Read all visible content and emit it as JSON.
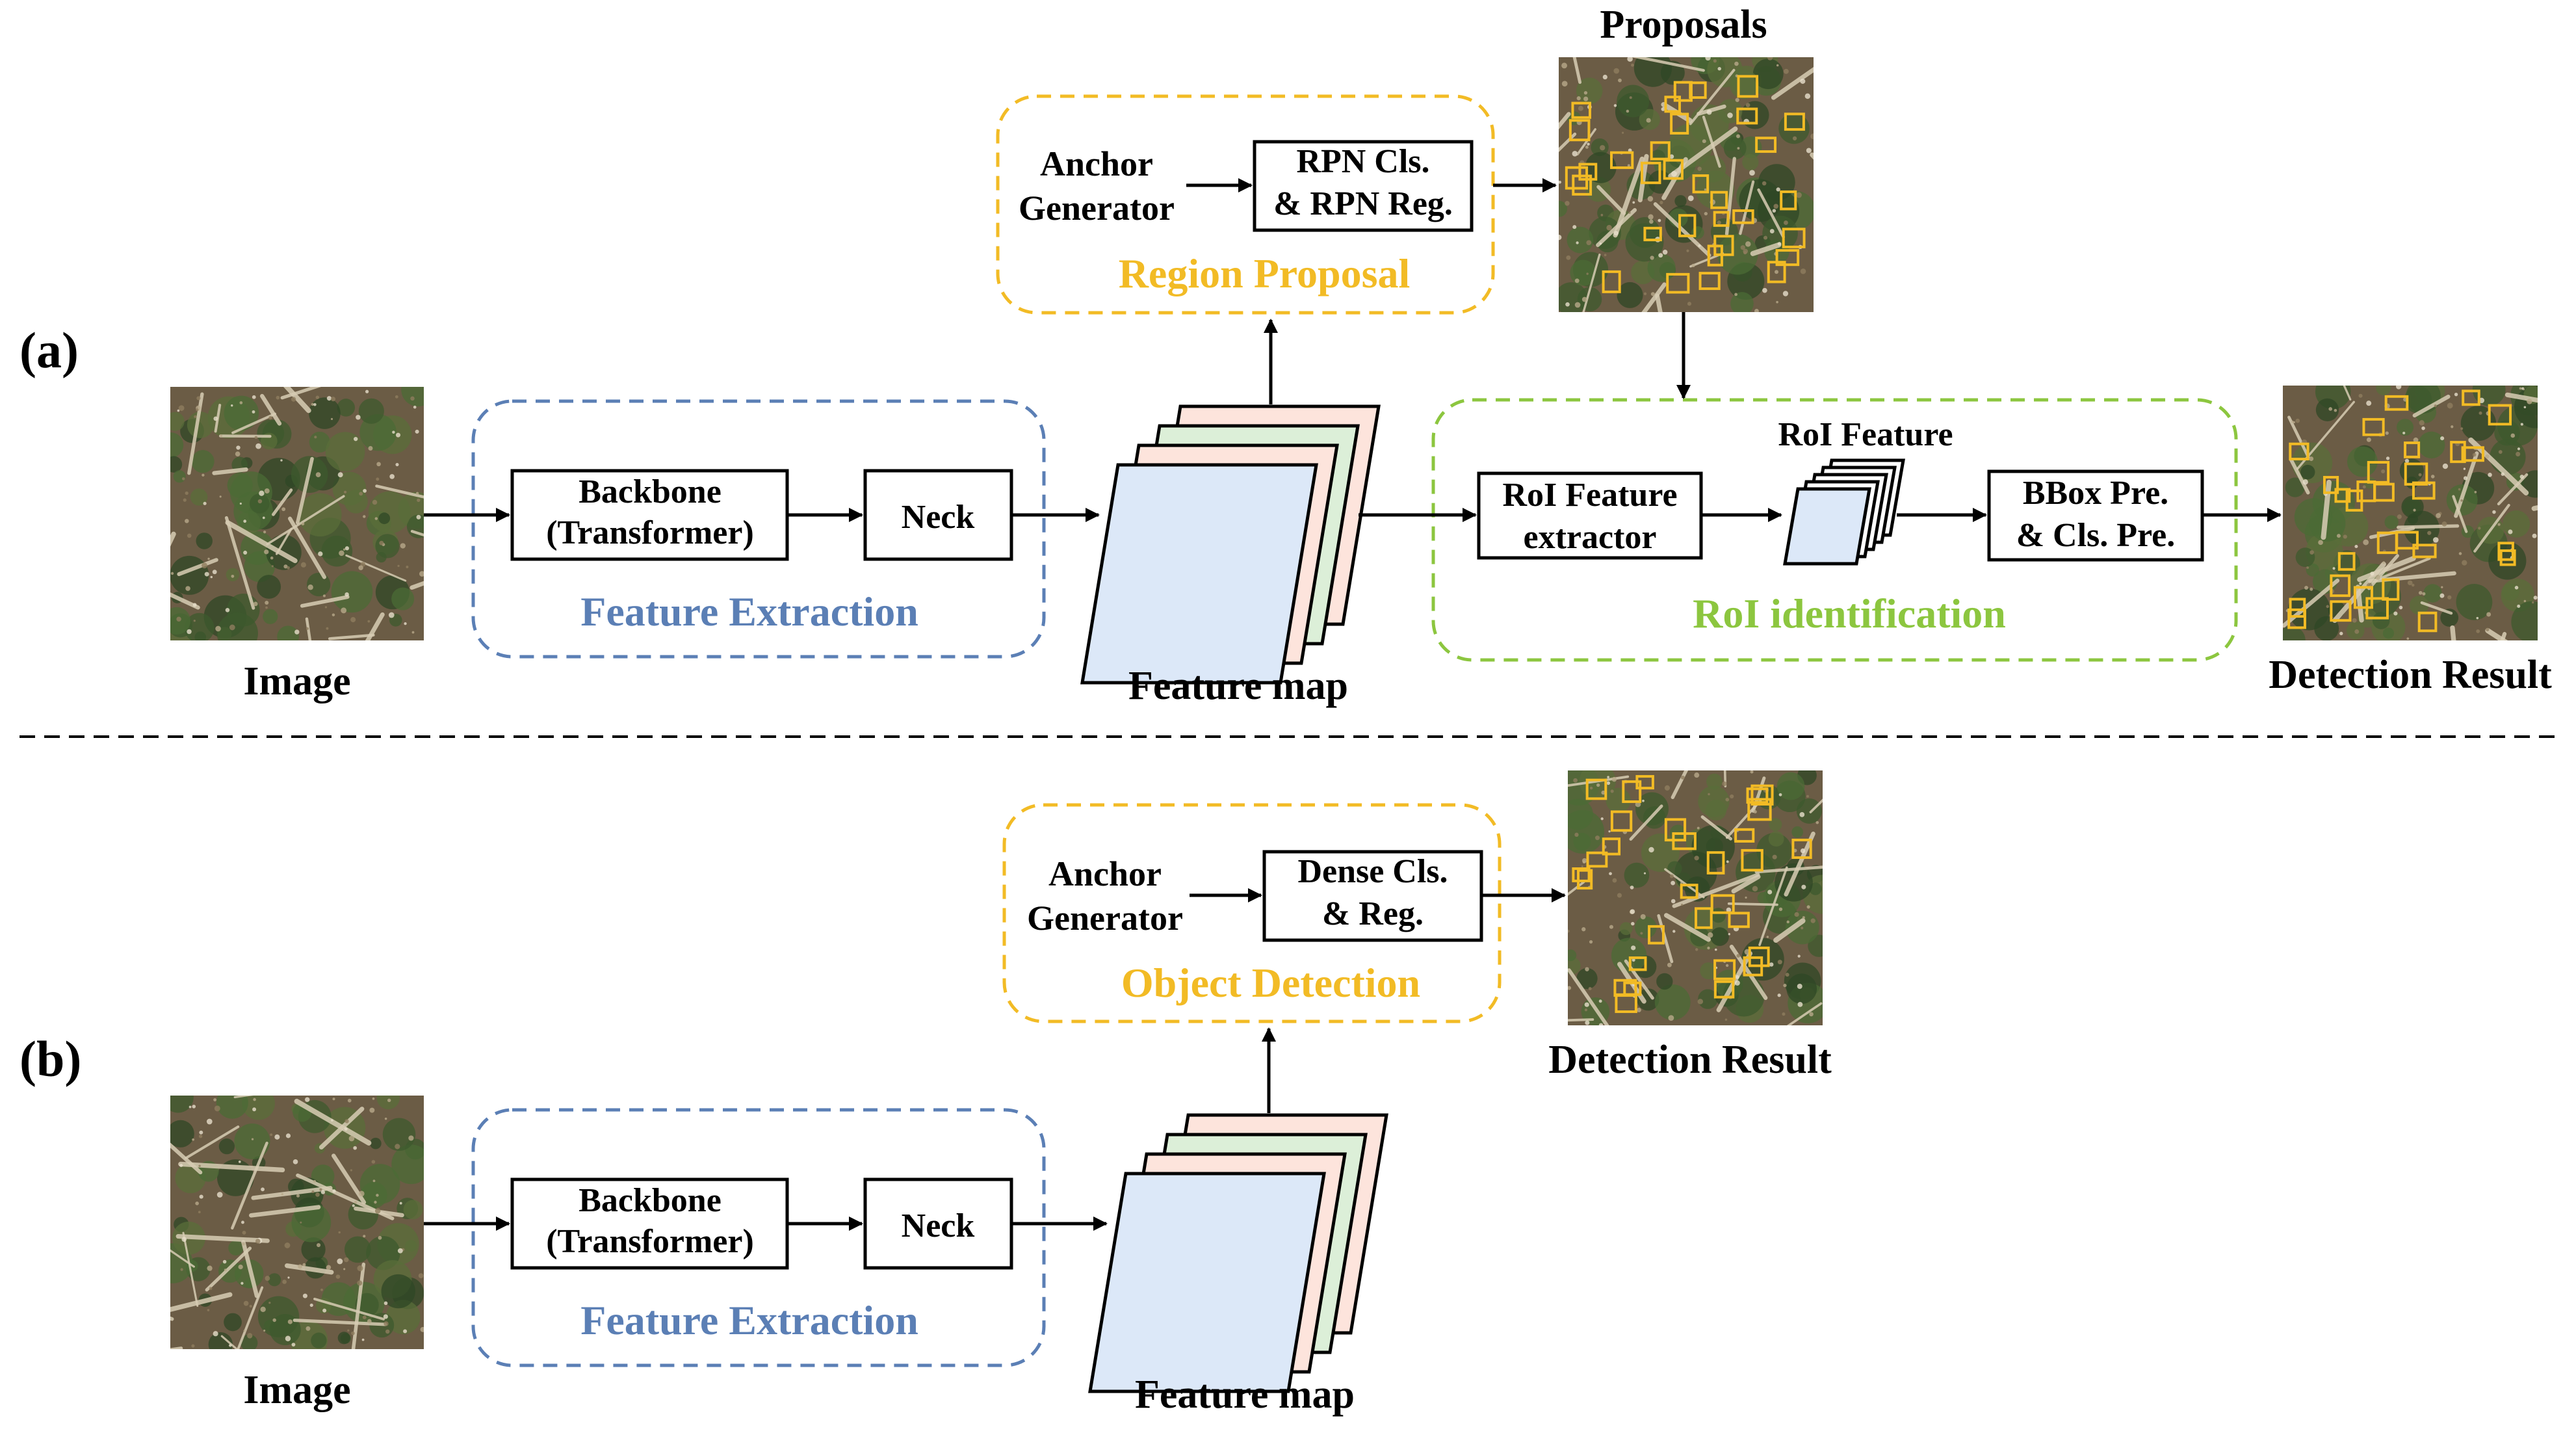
{
  "colors": {
    "feature_extraction": "#5b7fb5",
    "region_proposal": "#f2bb25",
    "roi_identification": "#8cc63f",
    "map_blue": "#dce8f8",
    "map_green": "#dcefd8",
    "map_pink": "#fde4dc",
    "ground_brown": "#6b5c45",
    "detection_box": "#f2bb25"
  },
  "panel_a": {
    "label": "(a)",
    "image_label": "Image",
    "backbone": {
      "line1": "Backbone",
      "line2": "(Transformer)"
    },
    "neck": "Neck",
    "feature_extraction_title": "Feature Extraction",
    "feature_map_label": "Feature map",
    "anchor_generator": {
      "line1": "Anchor",
      "line2": "Generator"
    },
    "rpn": {
      "line1": "RPN Cls.",
      "line2": "& RPN Reg."
    },
    "region_proposal_title": "Region Proposal",
    "proposals_label": "Proposals",
    "roi_feature_extractor": {
      "line1": "RoI Feature",
      "line2": "extractor"
    },
    "roi_feature_label": "RoI Feature",
    "bbox_pre": {
      "line1": "BBox Pre.",
      "line2": "& Cls. Pre."
    },
    "roi_identification_title": "RoI identification",
    "detection_result_label": "Detection Result"
  },
  "panel_b": {
    "label": "(b)",
    "image_label": "Image",
    "backbone": {
      "line1": "Backbone",
      "line2": "(Transformer)"
    },
    "neck": "Neck",
    "feature_extraction_title": "Feature Extraction",
    "feature_map_label": "Feature map",
    "anchor_generator": {
      "line1": "Anchor",
      "line2": "Generator"
    },
    "dense": {
      "line1": "Dense Cls.",
      "line2": "& Reg."
    },
    "object_detection_title": "Object Detection",
    "detection_result_label": "Detection Result"
  }
}
